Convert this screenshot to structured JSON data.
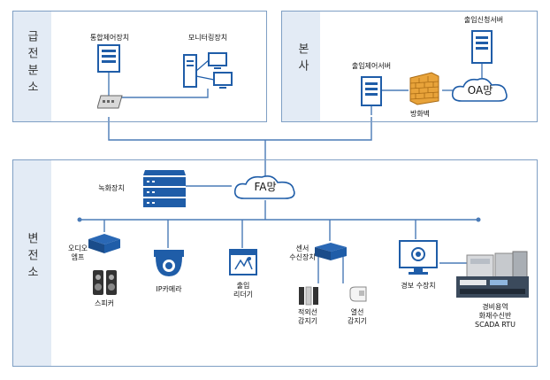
{
  "sections": {
    "substation_supply": "급전분소",
    "headquarters": "본사",
    "substation": "변전소"
  },
  "devices": {
    "integrated_controller": "통합제어장치",
    "monitoring": "모니터링장치",
    "access_approval_server": "출입신청서버",
    "access_control_server": "출입제어서버",
    "firewall": "방화벽",
    "oa_network": "OA망",
    "recorder": "녹화장치",
    "fa_network": "FA망",
    "audio_amp": "오디오\n엠프",
    "speaker": "스피커",
    "ip_camera": "IP카메라",
    "access_reader": "출입\n리더기",
    "sensor_receiver": "센서\n수신장치",
    "infrared_detector": "적외선\n감지기",
    "heat_detector": "열선\n감지기",
    "alarm_device": "경보 수장치",
    "scada_group": "경비용역\n화재수신반\nSCADA RTU"
  },
  "colors": {
    "accent": "#1f5da8",
    "line": "#4a7bb7",
    "panel_border": "#7f9fc4",
    "side_fill": "#e3ebf5"
  }
}
